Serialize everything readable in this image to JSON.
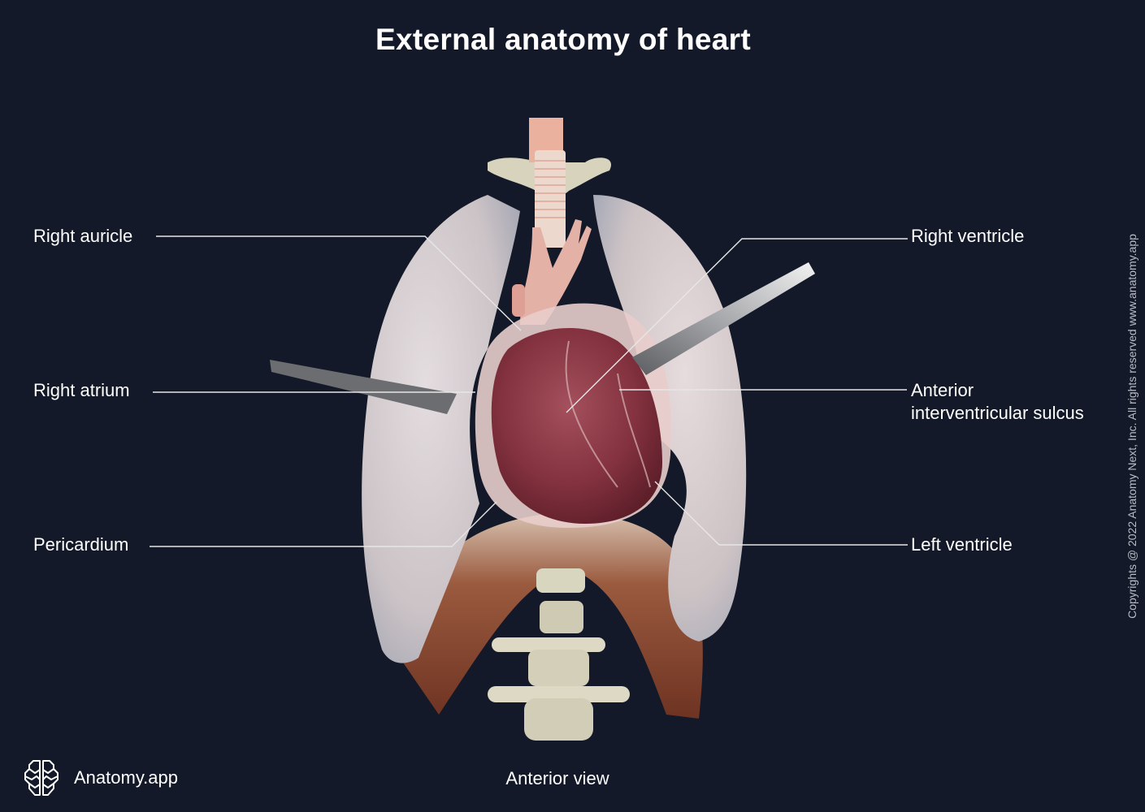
{
  "title": "External anatomy of heart",
  "view_caption": "Anterior view",
  "brand": {
    "name": "Anatomy.app",
    "icon": "brain-logo-icon"
  },
  "copyright": "Copyrights @ 2022 Anatomy Next, Inc. All rights reserved www.anatomy.app",
  "colors": {
    "background": "#131928",
    "text": "#ffffff",
    "leader_line": "#e6e6e6",
    "lung": "#d7d0d2",
    "heart": "#8c3a47",
    "pericardium": "#e9cfcf",
    "aorta": "#e6b3aa",
    "trachea": "#f0d3c4",
    "bone": "#d9d6c0",
    "diaphragm": "#8a4a32",
    "retractor": "#7a7b7d"
  },
  "labels": {
    "left": [
      {
        "id": "right-auricle",
        "text": "Right auricle"
      },
      {
        "id": "right-atrium",
        "text": "Right atrium"
      },
      {
        "id": "pericardium",
        "text": "Pericardium"
      }
    ],
    "right": [
      {
        "id": "right-ventricle",
        "text": "Right ventricle"
      },
      {
        "id": "anterior-interventricular-sulcus",
        "line1": "Anterior",
        "line2": "interventricular sulcus"
      },
      {
        "id": "left-ventricle",
        "text": "Left ventricle"
      }
    ]
  }
}
